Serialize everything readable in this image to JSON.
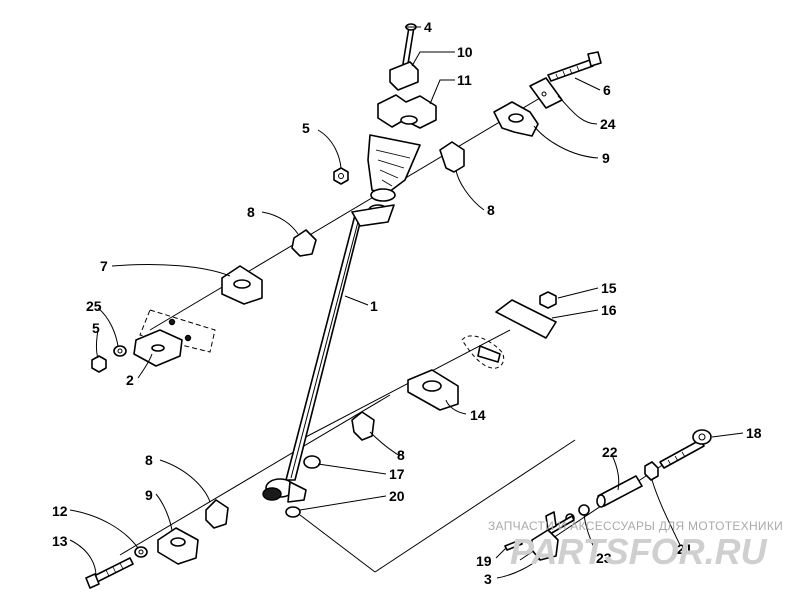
{
  "callouts": [
    {
      "id": "c4",
      "label": "4"
    },
    {
      "id": "c10",
      "label": "10"
    },
    {
      "id": "c11",
      "label": "11"
    },
    {
      "id": "c6",
      "label": "6"
    },
    {
      "id": "c24",
      "label": "24"
    },
    {
      "id": "c5a",
      "label": "5"
    },
    {
      "id": "c9a",
      "label": "9"
    },
    {
      "id": "c8a",
      "label": "8"
    },
    {
      "id": "c8b",
      "label": "8"
    },
    {
      "id": "c7",
      "label": "7"
    },
    {
      "id": "c25",
      "label": "25"
    },
    {
      "id": "c5b",
      "label": "5"
    },
    {
      "id": "c2",
      "label": "2"
    },
    {
      "id": "c1",
      "label": "1"
    },
    {
      "id": "c15",
      "label": "15"
    },
    {
      "id": "c16",
      "label": "16"
    },
    {
      "id": "c14",
      "label": "14"
    },
    {
      "id": "c8c",
      "label": "8"
    },
    {
      "id": "c17",
      "label": "17"
    },
    {
      "id": "c20",
      "label": "20"
    },
    {
      "id": "c18",
      "label": "18"
    },
    {
      "id": "c22",
      "label": "22"
    },
    {
      "id": "c8d",
      "label": "8"
    },
    {
      "id": "c9b",
      "label": "9"
    },
    {
      "id": "c12",
      "label": "12"
    },
    {
      "id": "c13",
      "label": "13"
    },
    {
      "id": "c19",
      "label": "19"
    },
    {
      "id": "c23",
      "label": "23"
    },
    {
      "id": "c21",
      "label": "21"
    },
    {
      "id": "c3",
      "label": "3"
    }
  ],
  "watermark": {
    "tagline": "ЗАПЧАСТИ И АКСЕССУАРЫ ДЛЯ МОТОТЕХНИКИ",
    "logo": "PARTSFOR.RU"
  }
}
